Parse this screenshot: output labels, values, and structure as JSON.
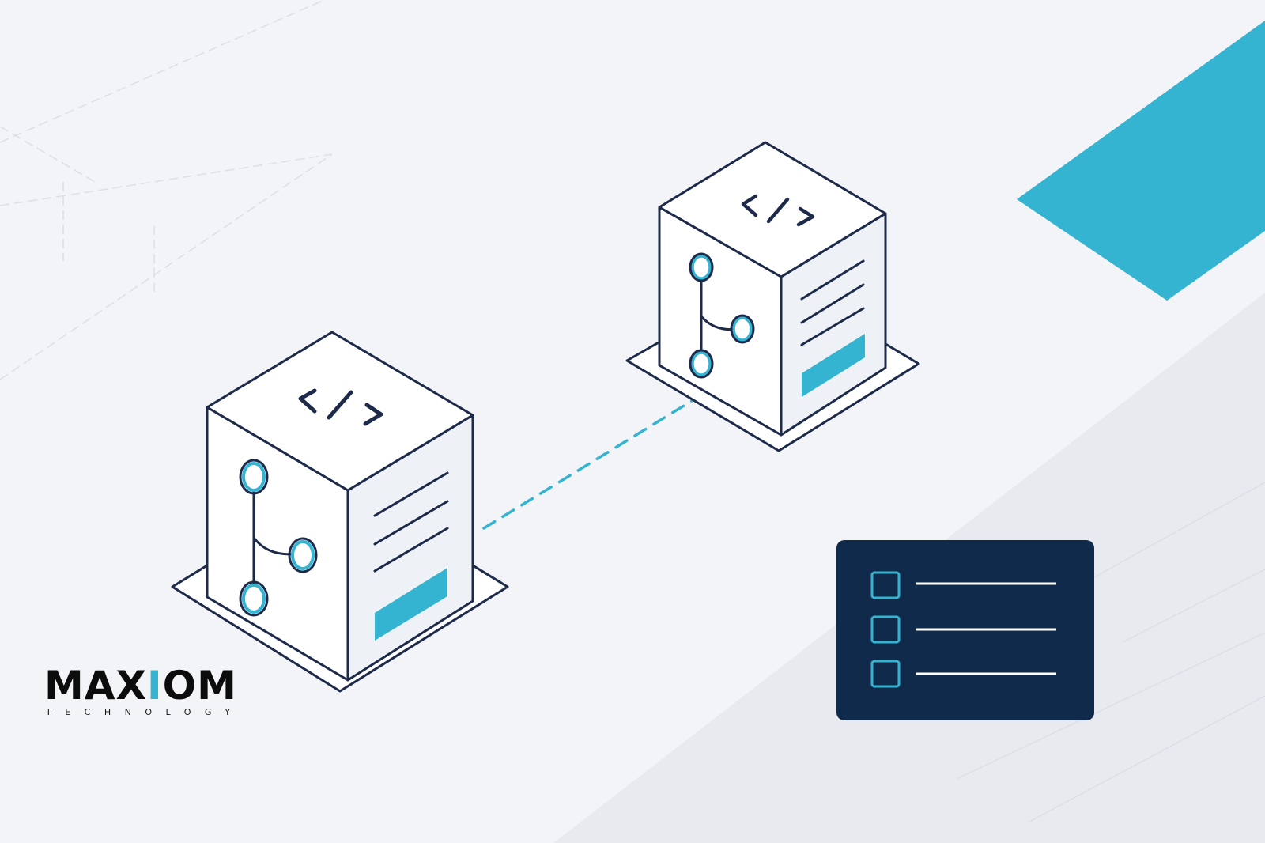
{
  "colors": {
    "background": "#f3f4f7",
    "accent": "#35b4d2",
    "outline": "#1d2a4a",
    "panel": "#0f2a4a"
  },
  "logo": {
    "word_start": "MAX",
    "word_accent": "I",
    "word_end": "OM",
    "tagline": "TECHNOLOGY"
  },
  "icons": {
    "cube_top": "code-brackets-icon",
    "cube_side": "branch-icon",
    "cube_front": "document-lines-icon",
    "panel_rows": "checkbox-icon"
  },
  "checklist_rows": 3
}
